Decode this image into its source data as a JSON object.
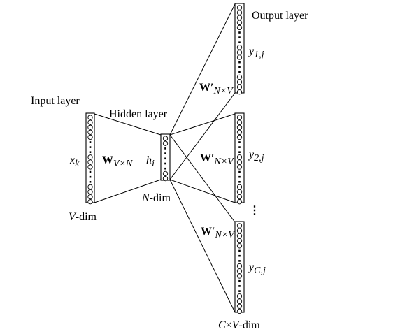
{
  "labels": {
    "input_layer": "Input layer",
    "hidden_layer": "Hidden layer",
    "output_layer": "Output layer",
    "x_base": "x",
    "x_sub": "k",
    "h_base": "h",
    "h_sub": "i",
    "w_base": "W",
    "w_sub": "V×N",
    "wp_base": "W′",
    "wp_sub": "N×V",
    "y_base": "y",
    "y1_sub": "1,j",
    "y2_sub": "2,j",
    "yc_sub_c": "C",
    "yc_sub_j": ",j",
    "ellipsis": "⋮",
    "v_italic": "V",
    "dim_suffix": "-dim",
    "n_italic": "N",
    "c_italic": "C",
    "times": "×"
  }
}
